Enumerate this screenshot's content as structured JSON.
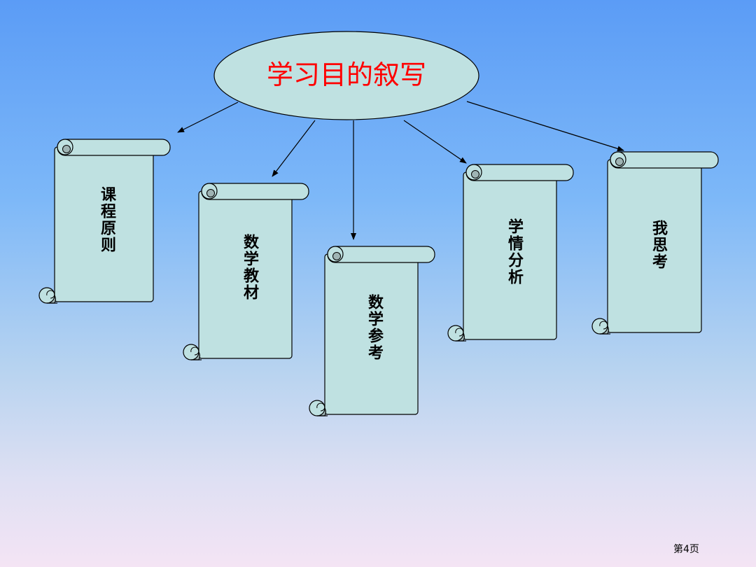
{
  "title": "学习目的叙写",
  "scrolls": [
    {
      "label": "课程原则"
    },
    {
      "label": "数学教材"
    },
    {
      "label": "数学参考"
    },
    {
      "label": "学情分析"
    },
    {
      "label": "我思考"
    }
  ],
  "page_number": "第4页",
  "colors": {
    "ellipse_fill": "#bfe1e1",
    "scroll_fill": "#bfe1e1",
    "scroll_curl": "#9fb4b4",
    "title_color": "#ff0000",
    "outline": "#000000"
  }
}
